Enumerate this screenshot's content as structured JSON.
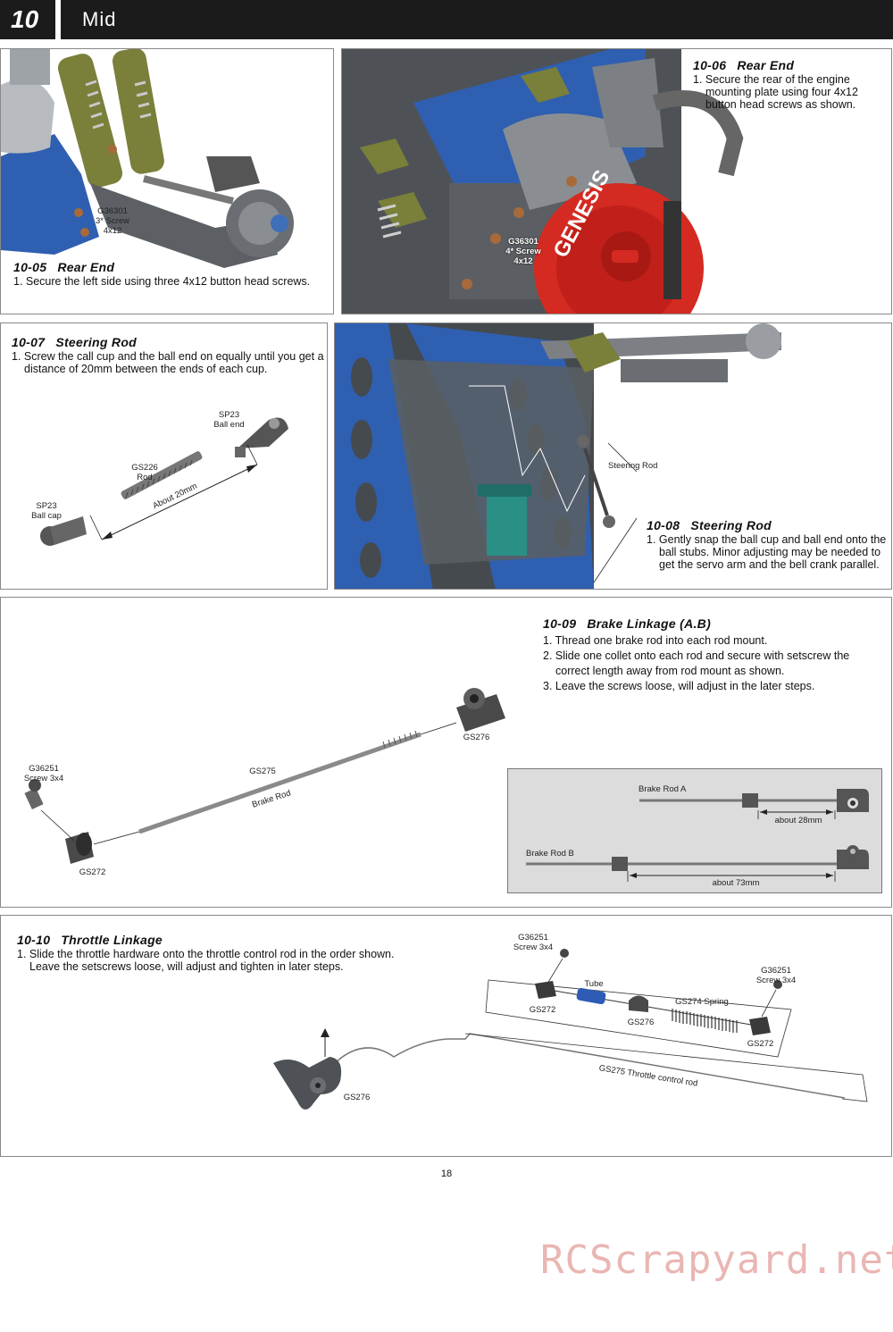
{
  "header": {
    "number": "10",
    "title": "Mid"
  },
  "steps": {
    "s1005": {
      "number": "10-05",
      "title": "Rear End",
      "lines": [
        "1. Secure the left side using three 4x12 button head screws."
      ],
      "label": [
        "G36301",
        "3* Screw",
        "4x12"
      ]
    },
    "s1006": {
      "number": "10-06",
      "title": "Rear End",
      "lines": [
        "1. Secure the rear of the engine mounting plate using four 4x12 button head screws as shown."
      ],
      "label": [
        "G36301",
        "4* Screw",
        "4x12"
      ],
      "engine_text": "GENESIS"
    },
    "s1007": {
      "number": "10-07",
      "title": "Steering Rod",
      "lines": [
        "1. Screw the call cup and the ball end on equally until you get a distance of 20mm between the ends of each cup."
      ],
      "labels": {
        "ball_end": [
          "SP23",
          "Ball end"
        ],
        "rod": [
          "GS226",
          "Rod"
        ],
        "ball_cap": [
          "SP23",
          "Ball cap"
        ],
        "distance": "About 20mm"
      }
    },
    "s1008": {
      "number": "10-08",
      "title": "Steering Rod",
      "lines": [
        "1. Gently snap the ball cup and ball end onto the ball stubs.  Minor adjusting may be needed to get the servo arm and the bell crank parallel."
      ],
      "label": "Steering Rod"
    },
    "s1009": {
      "number": "10-09",
      "title": "Brake Linkage (A.B)",
      "lines": [
        "1. Thread one brake rod into each rod mount.",
        "2. Slide one collet onto each rod and secure with setscrew the correct length away from rod mount as shown.",
        "3. Leave the screws loose, will adjust in the later steps."
      ],
      "labels": {
        "screw": [
          "G36251",
          "Screw 3x4"
        ],
        "rod_code": "GS275",
        "rod_name": "Brake Rod",
        "collet": "GS272",
        "mount": "GS276"
      },
      "inset": {
        "rod_a": "Brake Rod A",
        "dist_a": "about 28mm",
        "rod_b": "Brake Rod B",
        "dist_b": "about 73mm"
      }
    },
    "s1010": {
      "number": "10-10",
      "title": "Throttle Linkage",
      "lines": [
        "1. Slide the throttle hardware onto the throttle control rod in the order shown.",
        "Leave the setscrews loose, will adjust and tighten in later steps."
      ],
      "labels": {
        "screw1": [
          "G36251",
          "Screw 3x4"
        ],
        "screw2": [
          "G36251",
          "Screw 3x4"
        ],
        "collet1": "GS272",
        "tube": "Tube",
        "mount": "GS276",
        "spring": "GS274 Spring",
        "collet2": "GS272",
        "rod": "GS275 Throttle control rod",
        "arm": "GS276"
      }
    }
  },
  "page_number": "18",
  "watermark": "RCScrapyard.net",
  "colors": {
    "chassis_blue": "#2f5fb0",
    "engine_red": "#d42a22",
    "olive": "#7a7f3a",
    "gray": "#6a6e72",
    "teal": "#2a8f85"
  }
}
